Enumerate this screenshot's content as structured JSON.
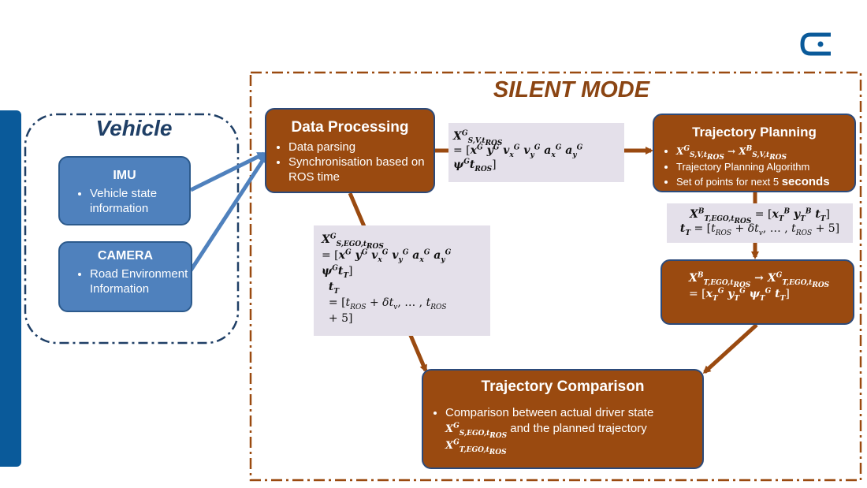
{
  "silent_mode": {
    "title": "SILENT MODE"
  },
  "vehicle": {
    "title": "Vehicle",
    "imu": {
      "title": "IMU",
      "items": [
        "Vehicle state information"
      ]
    },
    "camera": {
      "title": "CAMERA",
      "items": [
        "Road Environment Information"
      ]
    }
  },
  "data_processing": {
    "title": "Data Processing",
    "items": [
      "Data parsing",
      "Synchronisation based on ROS time"
    ]
  },
  "trajectory_planning": {
    "title": "Trajectory Planning",
    "item_1_math": "X^G_{S,V,t_ROS} → X^B_{S,V,t_ROS}",
    "item_2": "Trajectory Planning Algorithm",
    "item_3_prefix": "Set of points for next 5",
    "item_3_suffix": "seconds"
  },
  "trajectory_comparison": {
    "title": "Trajectory Comparison",
    "item_prefix": "Comparison between actual driver state",
    "item_middle": "and the planned trajectory"
  },
  "colors": {
    "brown": "#9a4a10",
    "blue": "#4f81bd",
    "dark_blue": "#1f3f66",
    "eq_bg": "#e4e0ea",
    "side_bar": "#0a5a9a"
  }
}
